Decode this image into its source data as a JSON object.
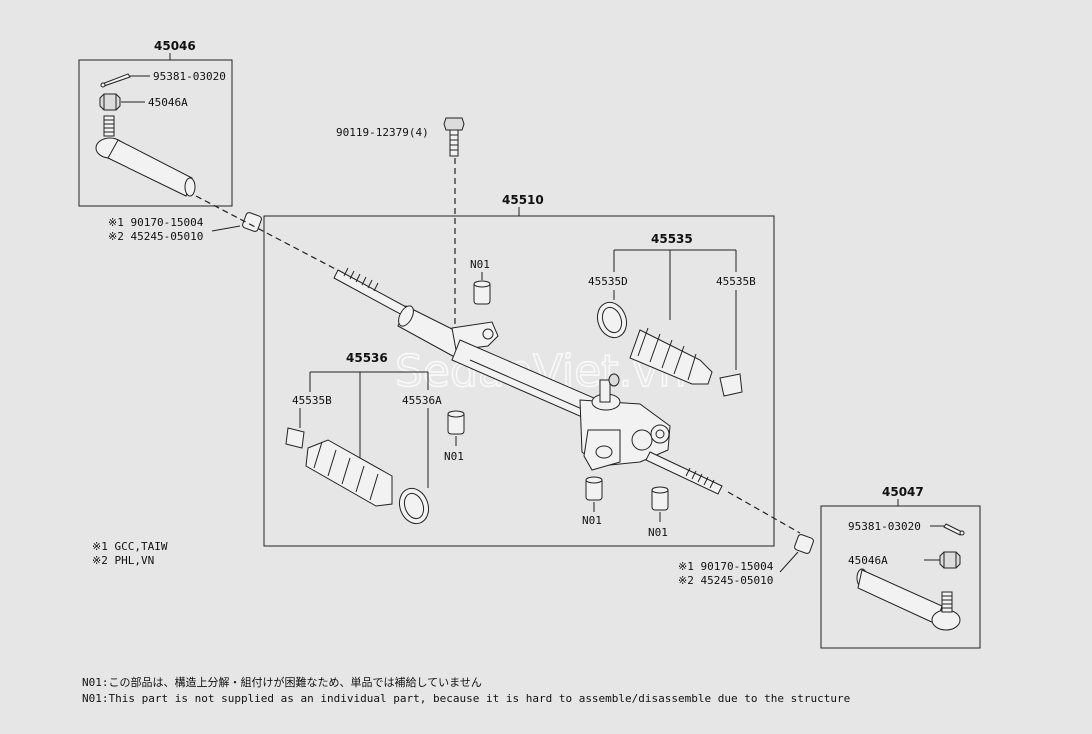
{
  "labels": {
    "tie_rod_end_left": "45046",
    "cotter_pin_left": "95381-03020",
    "nut_left": "45046A",
    "bushing_left_1": "※1 90170-15004",
    "bushing_left_2": "※2 45245-05010",
    "bolt": "90119-12379(4)",
    "gear_assembly": "45510",
    "n01_top": "N01",
    "n01_mid": "N01",
    "n01_bottom_1": "N01",
    "n01_bottom_2": "N01",
    "boot_kit_right": "45535",
    "clamp_right_d": "45535D",
    "clip_right_b": "45535B",
    "boot_kit_left": "45536",
    "clip_left_b": "45535B",
    "clamp_left_a": "45536A",
    "tie_rod_end_right": "45047",
    "cotter_pin_right": "95381-03020",
    "nut_right": "45046A",
    "bushing_right_1": "※1 90170-15004",
    "bushing_right_2": "※2 45245-05010"
  },
  "legend": {
    "line1": "※1 GCC,TAIW",
    "line2": "※2 PHL,VN"
  },
  "footnotes": {
    "ja": "N01:この部品は、構造上分解・組付けが困難なため、単品では補給していません",
    "en": "N01:This part is not supplied as an individual part, because it is hard to assemble/disassemble due to the structure"
  },
  "watermark": "SedanViet.vn",
  "colors": {
    "background": "#e6e6e6",
    "line": "#222222"
  }
}
